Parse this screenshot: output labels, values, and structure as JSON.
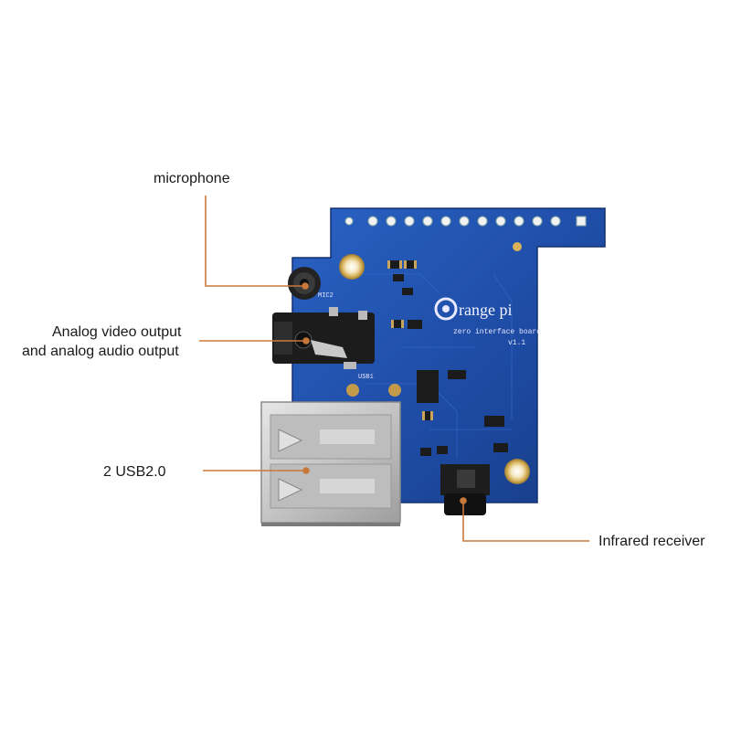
{
  "labels": {
    "microphone": "microphone",
    "analog_line1": "Analog video output",
    "analog_line2": "and analog audio output",
    "usb": "2 USB2.0",
    "infrared": "Infrared receiver"
  },
  "board": {
    "brand": "range pi",
    "subtitle": "zero interface board",
    "version": "v1.1",
    "silkscreen_usb": "USB1",
    "silkscreen_mic": "MIC2"
  },
  "colors": {
    "pcb": "#1f4fa8",
    "callout": "#c8783a",
    "usb_metal": "#c9c9c9",
    "pad_gold": "#d8b25a"
  }
}
